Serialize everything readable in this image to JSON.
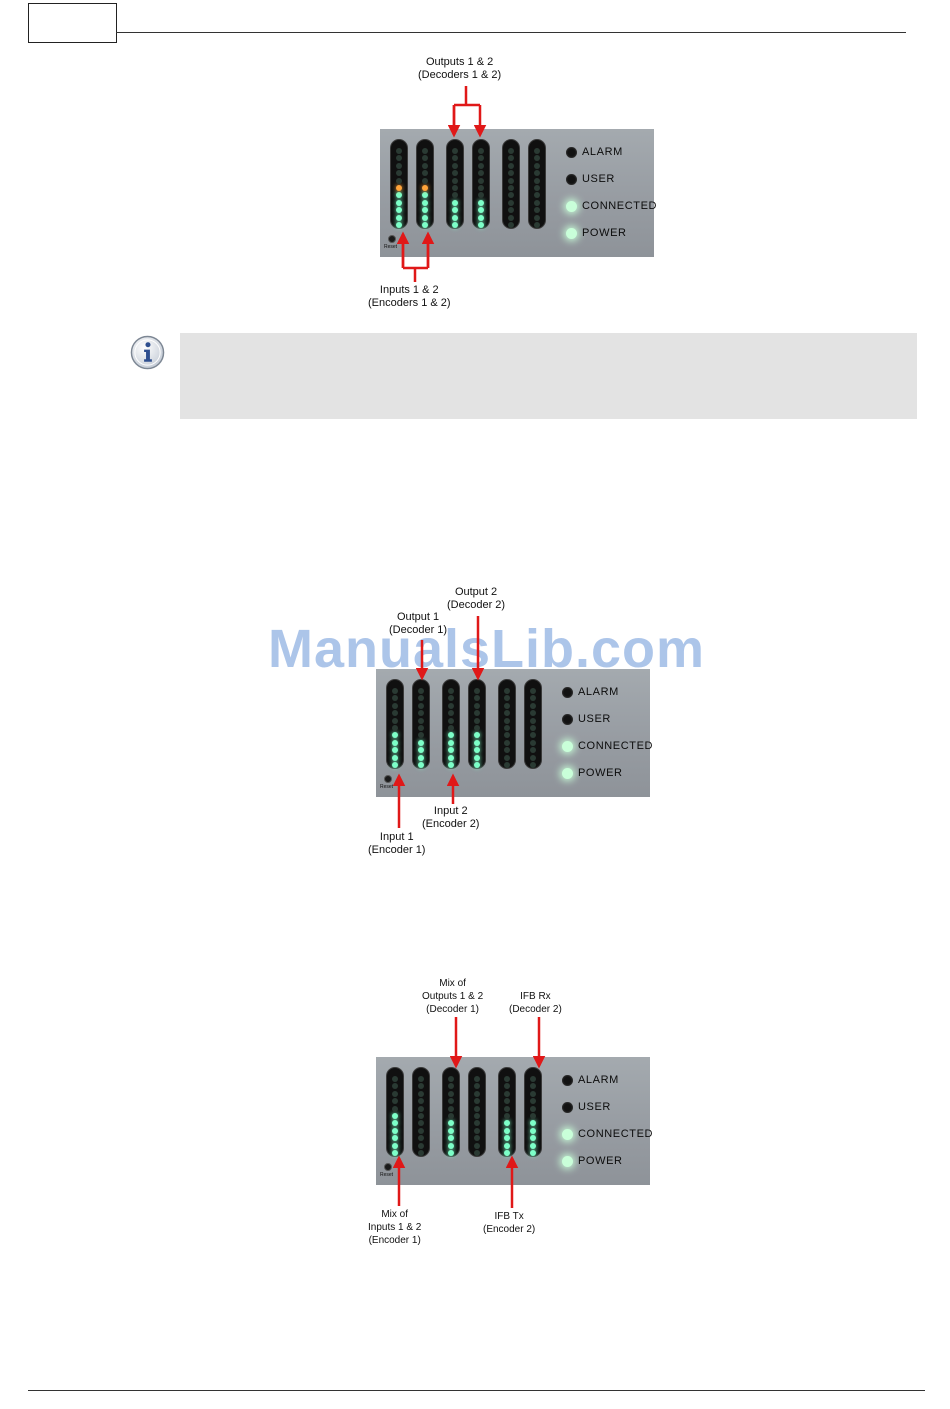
{
  "figure1": {
    "top_labels": [
      {
        "lines": [
          "Outputs 1 & 2",
          "(Decoders 1 & 2)"
        ]
      }
    ],
    "bottom_labels": [
      {
        "lines": [
          "Inputs 1 & 2",
          "(Encoders 1 & 2)"
        ]
      }
    ],
    "meters": [
      {
        "green": 5,
        "amber": 1
      },
      {
        "green": 5,
        "amber": 1
      },
      {
        "green": 4,
        "amber": 0
      },
      {
        "green": 4,
        "amber": 0
      },
      {
        "green": 0,
        "amber": 0
      },
      {
        "green": 0,
        "amber": 0
      }
    ]
  },
  "figure2": {
    "top_labels": [
      {
        "lines": [
          "Output 1",
          "(Decoder 1)"
        ]
      },
      {
        "lines": [
          "Output 2",
          "(Decoder 2)"
        ]
      }
    ],
    "bottom_labels": [
      {
        "lines": [
          "Input 2",
          "(Encoder 2)"
        ]
      },
      {
        "lines": [
          "Input 1",
          "(Encoder 1)"
        ]
      }
    ],
    "meters": [
      {
        "green": 5,
        "amber": 0
      },
      {
        "green": 4,
        "amber": 0
      },
      {
        "green": 5,
        "amber": 0
      },
      {
        "green": 5,
        "amber": 0
      },
      {
        "green": 0,
        "amber": 0
      },
      {
        "green": 0,
        "amber": 0
      }
    ]
  },
  "figure3": {
    "top_labels": [
      {
        "lines": [
          "Mix of",
          "Outputs 1 & 2",
          "(Decoder 1)"
        ]
      },
      {
        "lines": [
          "IFB Rx",
          "(Decoder 2)"
        ]
      }
    ],
    "bottom_labels": [
      {
        "lines": [
          "Mix of",
          "Inputs 1 & 2",
          "(Encoder 1)"
        ]
      },
      {
        "lines": [
          "IFB Tx",
          "(Encoder 2)"
        ]
      }
    ],
    "meters": [
      {
        "green": 6,
        "amber": 0
      },
      {
        "green": 0,
        "amber": 0
      },
      {
        "green": 5,
        "amber": 0
      },
      {
        "green": 0,
        "amber": 0
      },
      {
        "green": 5,
        "amber": 0
      },
      {
        "green": 5,
        "amber": 0
      }
    ]
  },
  "indicators": [
    {
      "label": "ALARM",
      "state": "off"
    },
    {
      "label": "USER",
      "state": "off"
    },
    {
      "label": "CONNECTED",
      "state": "on"
    },
    {
      "label": "POWER",
      "state": "on"
    }
  ],
  "reset_label": "Reset",
  "watermark": "ManualsLib.com",
  "colors": {
    "led_green": "#7dffc8",
    "led_amber": "#ffa43a",
    "indicator_on": "#c9ffd9",
    "arrow_red": "#e01818",
    "note_bg": "#e3e3e3"
  }
}
